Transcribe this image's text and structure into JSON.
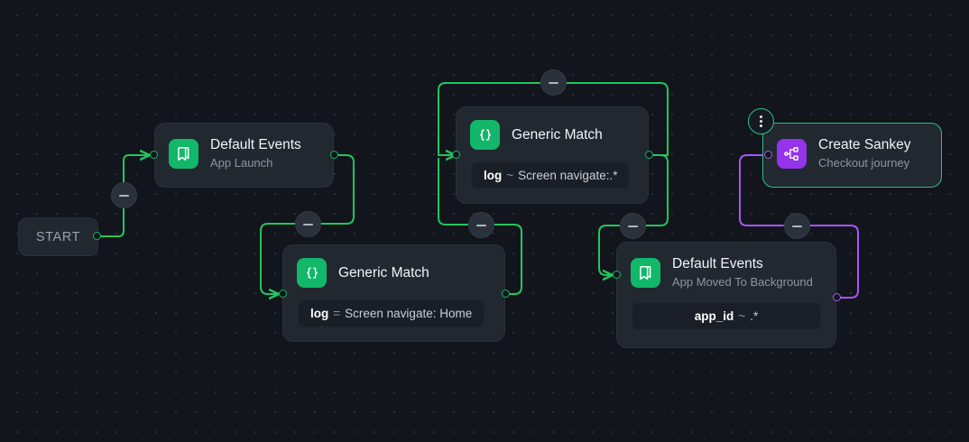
{
  "canvas": {
    "background_color": "#12151c",
    "dot_grid_color": "#282d38",
    "accent_green": "#12b76a",
    "accent_purple": "#9333ea",
    "edge_green": "#22c55e",
    "edge_purple": "#a855f7"
  },
  "start_node": {
    "label": "START"
  },
  "nodes": [
    {
      "id": "default-events-app-launch",
      "title": "Default Events",
      "subtitle": "App Launch",
      "icon": "bookmark-icon",
      "icon_color": "#12b76a",
      "condition": null,
      "selected": false
    },
    {
      "id": "generic-match-screen-navigate-regex",
      "title": "Generic Match",
      "subtitle": null,
      "icon": "braces-icon",
      "icon_color": "#12b76a",
      "condition": {
        "key": "log",
        "op": "~",
        "value": "Screen navigate:.*"
      },
      "selected": false
    },
    {
      "id": "generic-match-screen-navigate-home",
      "title": "Generic Match",
      "subtitle": null,
      "icon": "braces-icon",
      "icon_color": "#12b76a",
      "condition": {
        "key": "log",
        "op": "=",
        "value": "Screen navigate: Home"
      },
      "selected": false
    },
    {
      "id": "default-events-app-moved-to-background",
      "title": "Default Events",
      "subtitle": "App Moved To Background",
      "icon": "bookmark-icon",
      "icon_color": "#12b76a",
      "condition": {
        "key": "app_id",
        "op": "~",
        "value": ".*"
      },
      "selected": false
    },
    {
      "id": "create-sankey",
      "title": "Create Sankey",
      "subtitle": "Checkout journey",
      "icon": "sitemap-icon",
      "icon_color": "#9333ea",
      "condition": null,
      "selected": true
    }
  ],
  "controls": {
    "minus_label": "−",
    "menu_label": "more-options"
  }
}
